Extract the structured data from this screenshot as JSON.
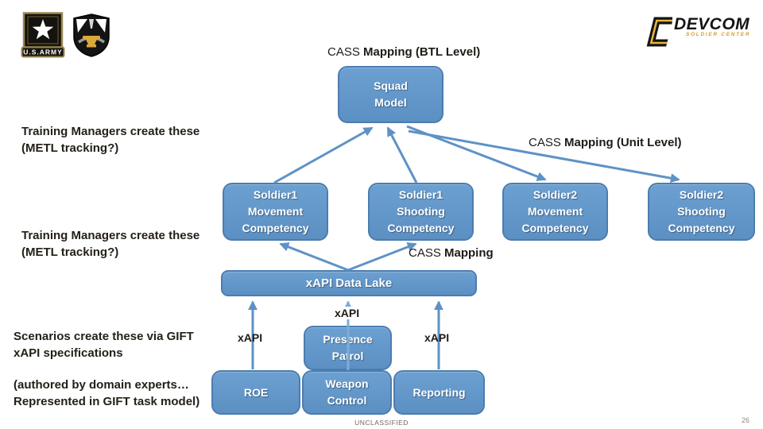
{
  "header": {
    "title_regular": "CASS ",
    "title_bold": "Mapping (BTL Level)"
  },
  "logos": {
    "us_army_banner": "U.S.ARMY",
    "devcom_name": "DEVCOM",
    "devcom_sub": "SOLDIER CENTER"
  },
  "annotations": {
    "training_managers_top": {
      "line1": "Training Managers create these",
      "line2": "(METL tracking?)"
    },
    "training_managers_bottom": {
      "line1": "Training Managers create these",
      "line2": "(METL tracking?)"
    },
    "cass_unit": {
      "regular": "CASS ",
      "bold": "Mapping (Unit Level)"
    },
    "cass_mapping": {
      "regular": "CASS ",
      "bold": "Mapping"
    },
    "scenarios": {
      "line1": "Scenarios create these via GIFT",
      "line2": "xAPI specifications"
    },
    "authored": {
      "line1": "(authored by domain experts…",
      "line2": "Represented in GIFT task model)"
    },
    "xapi_left": "xAPI",
    "xapi_center": "xAPI",
    "xapi_right": "xAPI"
  },
  "boxes": {
    "squad_model": {
      "line1": "Squad",
      "line2": "Model"
    },
    "soldier1_movement": {
      "line1": "Soldier1",
      "line2": "Movement",
      "line3": "Competency"
    },
    "soldier1_shooting": {
      "line1": "Soldier1",
      "line2": "Shooting",
      "line3": "Competency"
    },
    "soldier2_movement": {
      "line1": "Soldier2",
      "line2": "Movement",
      "line3": "Competency"
    },
    "soldier2_shooting": {
      "line1": "Soldier2",
      "line2": "Shooting",
      "line3": "Competency"
    },
    "data_lake": {
      "line1": "xAPI Data Lake"
    },
    "presence_patrol": {
      "line1": "Presence",
      "line2": "Patrol"
    },
    "roe": {
      "line1": "ROE"
    },
    "weapon_control": {
      "line1": "Weapon",
      "line2": "Control"
    },
    "reporting": {
      "line1": "Reporting"
    }
  },
  "footer": {
    "classification": "UNCLASSIFIED",
    "page_number": "26"
  },
  "colors": {
    "box_fill": "#6298CA",
    "box_border": "#4B7DB0",
    "connector": "#5E92C5",
    "connector_light": "#7FACD9",
    "text_dark": "#242019",
    "devcom_gold": "#D99B2B"
  }
}
